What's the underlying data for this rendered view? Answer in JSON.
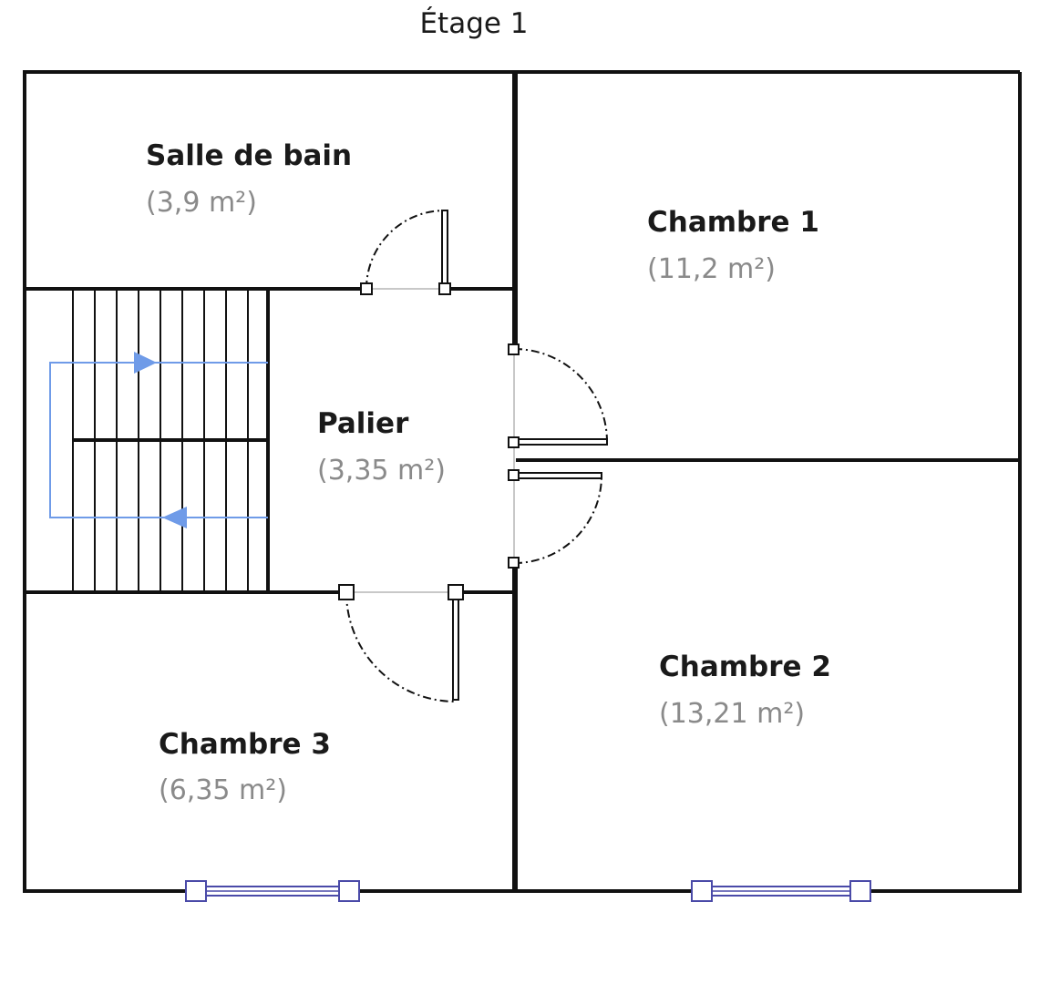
{
  "floor_title": "Étage 1",
  "rooms": [
    {
      "name": "Salle de bain",
      "area": "(3,9 m²)"
    },
    {
      "name": "Chambre 1",
      "area": "(11,2 m²)"
    },
    {
      "name": "Palier",
      "area": "(3,35 m²)"
    },
    {
      "name": "Chambre 2",
      "area": "(13,21 m²)"
    },
    {
      "name": "Chambre 3",
      "area": "(6,35 m²)"
    }
  ],
  "colors": {
    "wall": "#111111",
    "stair_arrow": "#6f9be8",
    "window": "#4a4aa8",
    "area_text": "#8a8a8a"
  }
}
